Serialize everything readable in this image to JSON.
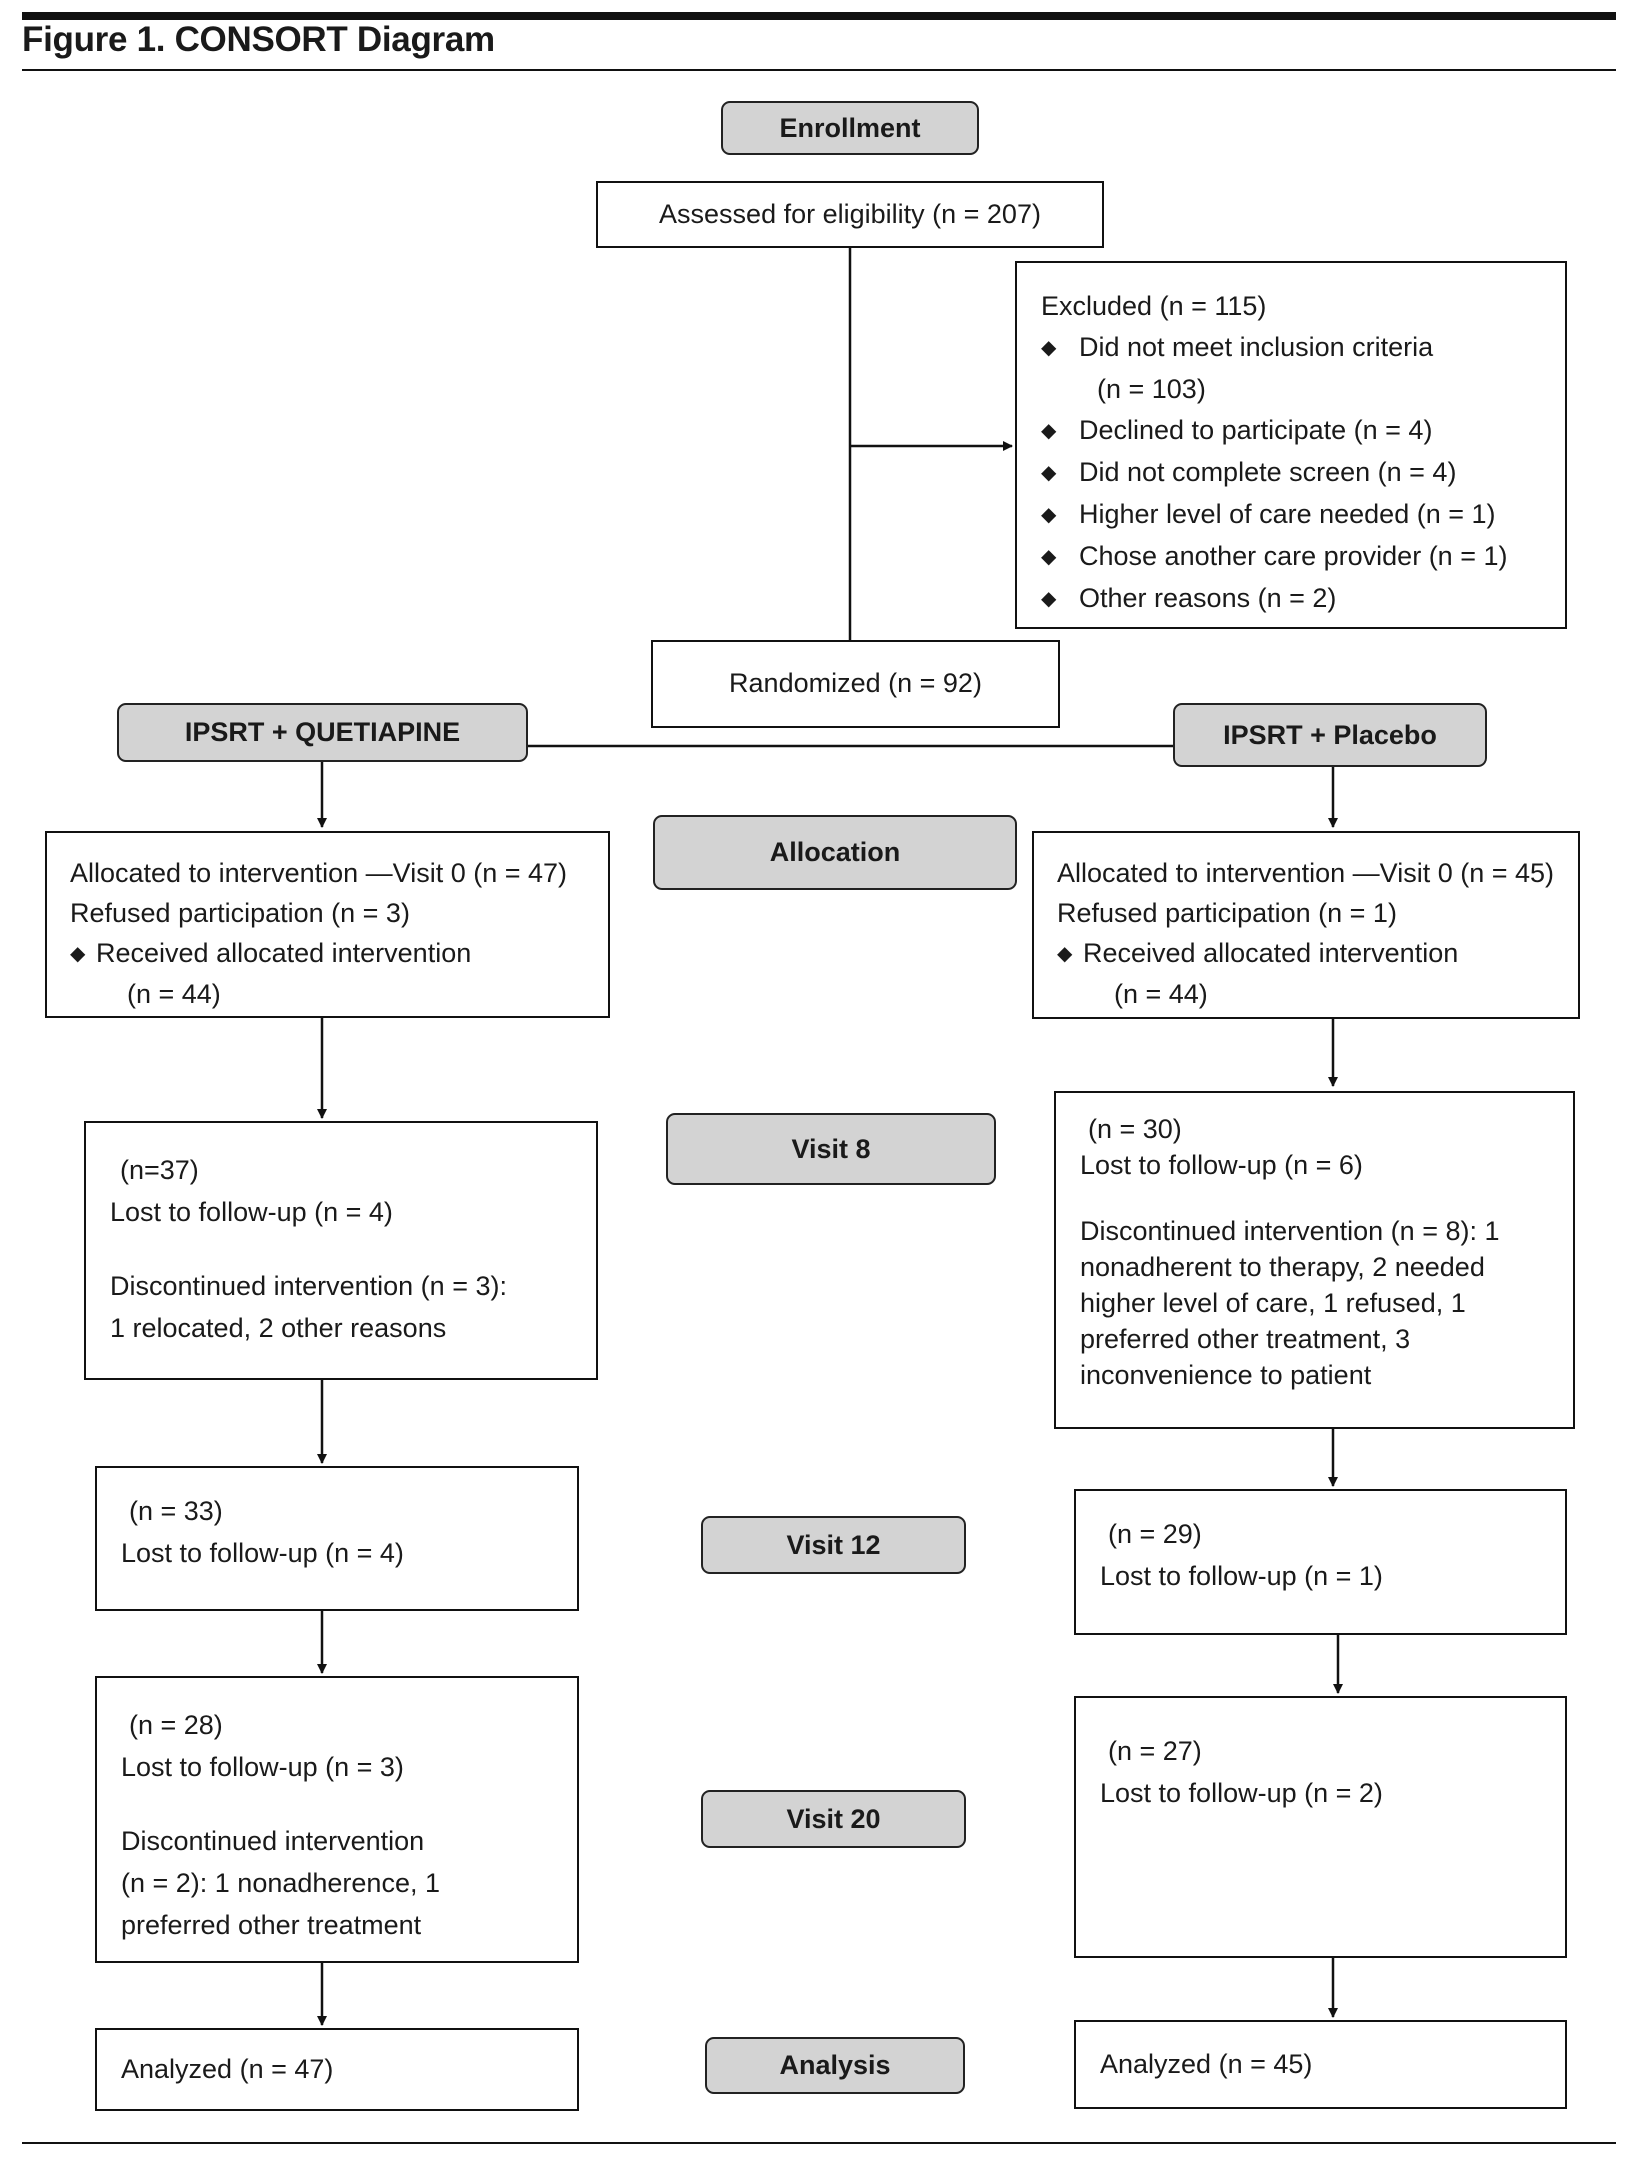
{
  "figure_title": "Figure 1. CONSORT Diagram",
  "stages": {
    "enrollment": "Enrollment",
    "allocation": "Allocation",
    "visit8": "Visit 8",
    "visit12": "Visit 12",
    "visit20": "Visit 20",
    "analysis": "Analysis"
  },
  "assessed": "Assessed for eligibility (n = 207)",
  "excluded": {
    "header": "Excluded (n = 115)",
    "items": [
      "Did not meet inclusion criteria",
      "(n = 103)",
      "Declined to participate (n = 4)",
      "Did not complete screen (n = 4)",
      "Higher level of care needed (n = 1)",
      "Chose another care provider (n = 1)",
      "Other reasons (n = 2)"
    ]
  },
  "randomized": "Randomized (n = 92)",
  "arms": {
    "left": {
      "name": "IPSRT + QUETIAPINE",
      "allocation": {
        "line1": "Allocated to intervention —Visit 0 (n = 47)",
        "line2": "Refused participation (n = 3)",
        "line3": "Received allocated intervention",
        "line4": "(n = 44)"
      },
      "visit8": {
        "n": "(n=37)",
        "lost": "Lost to follow-up (n = 4)",
        "disc1": "Discontinued intervention (n = 3):",
        "disc2": "1 relocated, 2 other reasons"
      },
      "visit12": {
        "n": "(n = 33)",
        "lost": "Lost to follow-up (n = 4)"
      },
      "visit20": {
        "n": "(n = 28)",
        "lost": "Lost to follow-up (n = 3)",
        "disc1": "Discontinued intervention",
        "disc2": "(n = 2): 1 nonadherence, 1",
        "disc3": "preferred other treatment"
      },
      "analyzed": "Analyzed (n = 47)"
    },
    "right": {
      "name": "IPSRT + Placebo",
      "allocation": {
        "line1": "Allocated to intervention —Visit 0 (n = 45)",
        "line2": "Refused participation (n = 1)",
        "line3": "Received allocated intervention",
        "line4": "(n = 44)"
      },
      "visit8": {
        "n": "(n = 30)",
        "lost": "Lost to follow-up (n = 6)",
        "disc1": "Discontinued intervention (n = 8): 1",
        "disc2": "nonadherent to therapy, 2 needed",
        "disc3": "higher level of care, 1 refused, 1",
        "disc4": "preferred other treatment, 3",
        "disc5": "inconvenience to patient"
      },
      "visit12": {
        "n": "(n = 29)",
        "lost": "Lost to follow-up (n = 1)"
      },
      "visit20": {
        "n": "(n = 27)",
        "lost": "Lost to follow-up (n = 2)"
      },
      "analyzed": "Analyzed (n = 45)"
    }
  },
  "bullet_glyph": "◆"
}
